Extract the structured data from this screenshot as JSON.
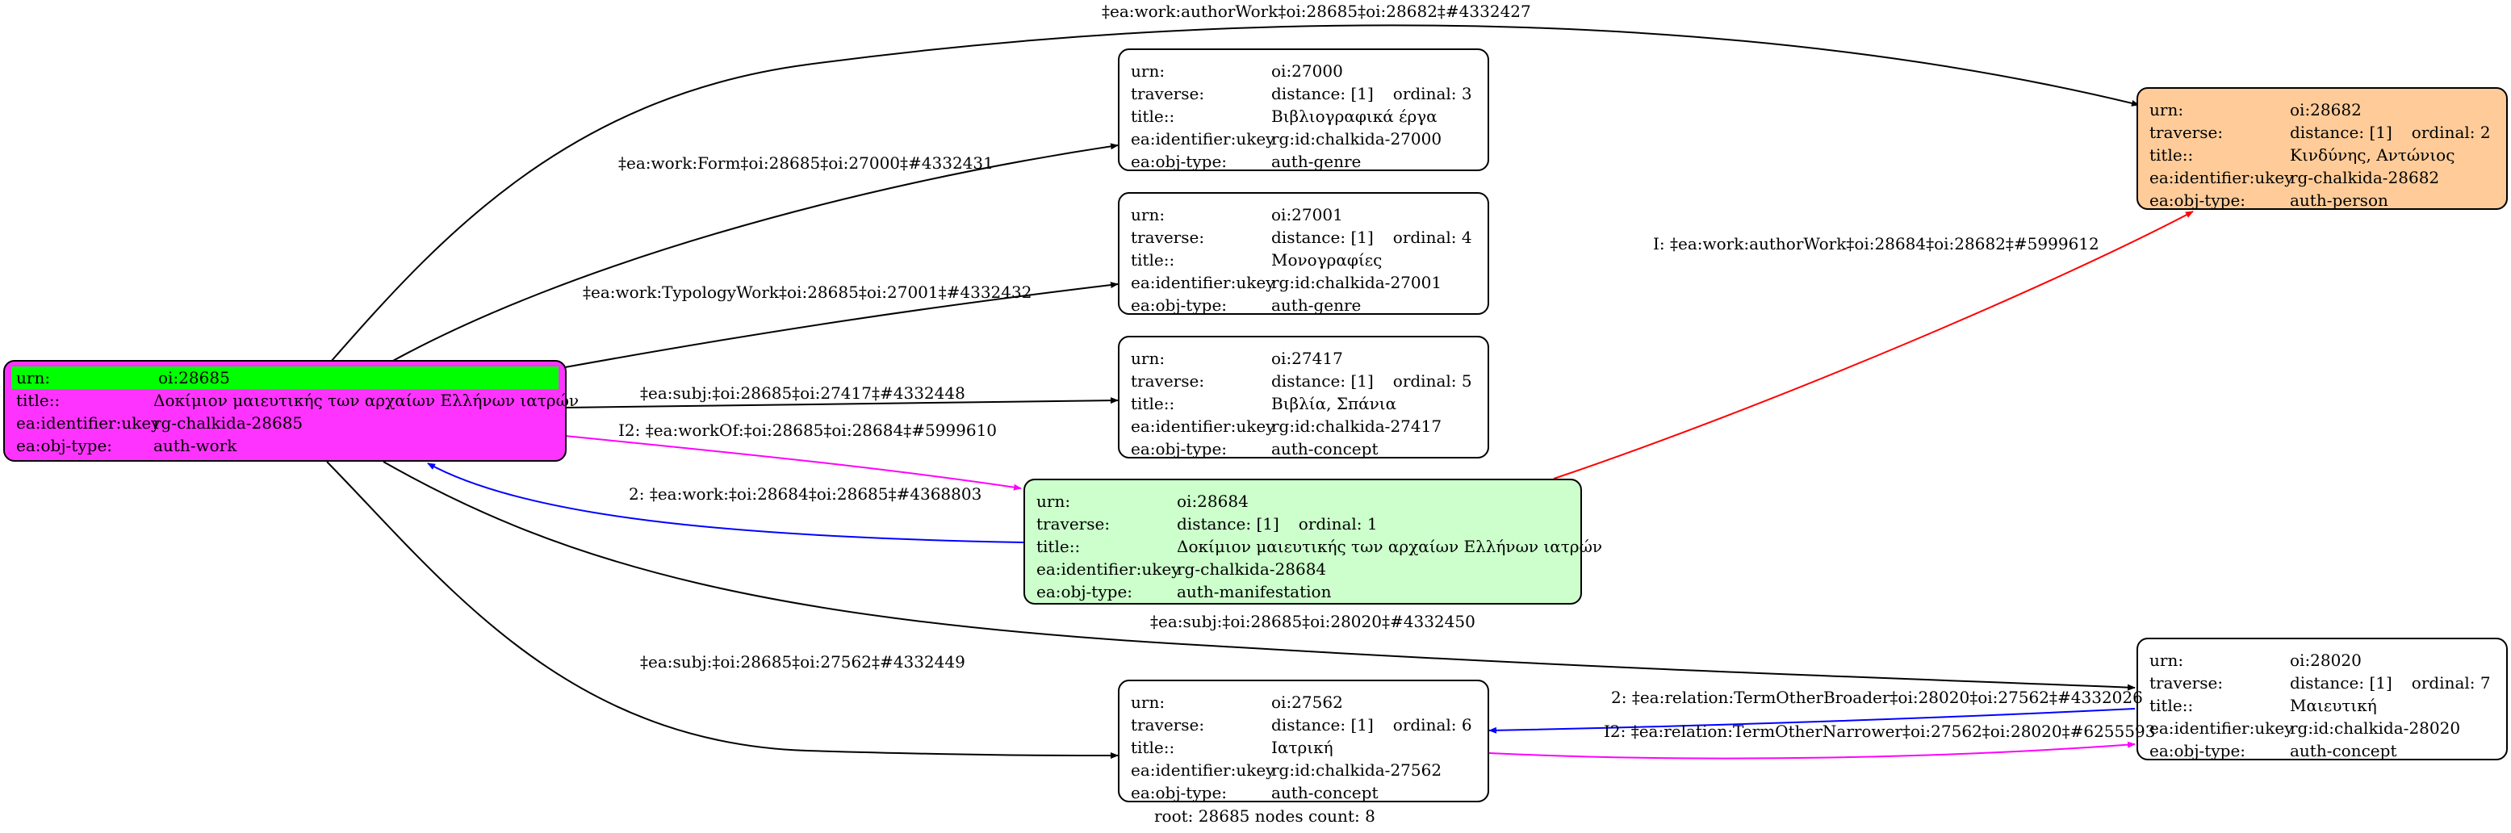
{
  "colors": {
    "root_fill": "#ff33ff",
    "root_urn_highlight": "#00ff00",
    "person_fill": "#ffcc99",
    "manifestation_fill": "#ccffcc",
    "default_fill": "#ffffff",
    "edge_black": "#000000",
    "edge_blue": "#0000ff",
    "edge_magenta": "#ff00ff",
    "edge_red": "#ff0000"
  },
  "nodes": {
    "root": {
      "rows": [
        {
          "key": "urn:",
          "val": "oi:28685"
        },
        {
          "key": "title::",
          "val": "Δοκίμιον μαιευτικής των αρχαίων Ελλήνων ιατρών"
        },
        {
          "key": "ea:identifier:ukey",
          "val": "rg-chalkida-28685"
        },
        {
          "key": "ea:obj-type:",
          "val": "auth-work"
        }
      ]
    },
    "n27000": {
      "rows": [
        {
          "key": "urn:",
          "val": "oi:27000"
        },
        {
          "key": "traverse:",
          "val": "distance: [1]",
          "extra": "ordinal: 3"
        },
        {
          "key": "title::",
          "val": "Βιβλιογραφικά έργα"
        },
        {
          "key": "ea:identifier:ukey",
          "val": "rg:id:chalkida-27000"
        },
        {
          "key": "ea:obj-type:",
          "val": "auth-genre"
        }
      ]
    },
    "n27001": {
      "rows": [
        {
          "key": "urn:",
          "val": "oi:27001"
        },
        {
          "key": "traverse:",
          "val": "distance: [1]",
          "extra": "ordinal: 4"
        },
        {
          "key": "title::",
          "val": "Μονογραφίες"
        },
        {
          "key": "ea:identifier:ukey",
          "val": "rg:id:chalkida-27001"
        },
        {
          "key": "ea:obj-type:",
          "val": "auth-genre"
        }
      ]
    },
    "n27417": {
      "rows": [
        {
          "key": "urn:",
          "val": "oi:27417"
        },
        {
          "key": "traverse:",
          "val": "distance: [1]",
          "extra": "ordinal: 5"
        },
        {
          "key": "title::",
          "val": "Βιβλία, Σπάνια"
        },
        {
          "key": "ea:identifier:ukey",
          "val": "rg:id:chalkida-27417"
        },
        {
          "key": "ea:obj-type:",
          "val": "auth-concept"
        }
      ]
    },
    "n28682": {
      "rows": [
        {
          "key": "urn:",
          "val": "oi:28682"
        },
        {
          "key": "traverse:",
          "val": "distance: [1]",
          "extra": "ordinal: 2"
        },
        {
          "key": "title::",
          "val": "Κινδύνης, Αντώνιος"
        },
        {
          "key": "ea:identifier:ukey",
          "val": "rg-chalkida-28682"
        },
        {
          "key": "ea:obj-type:",
          "val": "auth-person"
        }
      ]
    },
    "n28684": {
      "rows": [
        {
          "key": "urn:",
          "val": "oi:28684"
        },
        {
          "key": "traverse:",
          "val": "distance: [1]",
          "extra": "ordinal: 1"
        },
        {
          "key": "title::",
          "val": "Δοκίμιον μαιευτικής των αρχαίων Ελλήνων ιατρών"
        },
        {
          "key": "ea:identifier:ukey",
          "val": "rg-chalkida-28684"
        },
        {
          "key": "ea:obj-type:",
          "val": "auth-manifestation"
        }
      ]
    },
    "n27562": {
      "rows": [
        {
          "key": "urn:",
          "val": "oi:27562"
        },
        {
          "key": "traverse:",
          "val": "distance: [1]",
          "extra": "ordinal: 6"
        },
        {
          "key": "title::",
          "val": "Ιατρική"
        },
        {
          "key": "ea:identifier:ukey",
          "val": "rg:id:chalkida-27562"
        },
        {
          "key": "ea:obj-type:",
          "val": "auth-concept"
        }
      ]
    },
    "n28020": {
      "rows": [
        {
          "key": "urn:",
          "val": "oi:28020"
        },
        {
          "key": "traverse:",
          "val": "distance: [1]",
          "extra": "ordinal: 7"
        },
        {
          "key": "title::",
          "val": "Μαιευτική"
        },
        {
          "key": "ea:identifier:ukey",
          "val": "rg:id:chalkida-28020"
        },
        {
          "key": "ea:obj-type:",
          "val": "auth-concept"
        }
      ]
    }
  },
  "edges": {
    "e_author_work": "‡ea:work:authorWork‡oi:28685‡oi:28682‡#4332427",
    "e_form": "‡ea:work:Form‡oi:28685‡oi:27000‡#4332431",
    "e_typology": "‡ea:work:TypologyWork‡oi:28685‡oi:27001‡#4332432",
    "e_subj_27417": "‡ea:subj:‡oi:28685‡oi:27417‡#4332448",
    "e_work_of": "I2: ‡ea:workOf:‡oi:28685‡oi:28684‡#5999610",
    "e_work_back": "2: ‡ea:work:‡oi:28684‡oi:28685‡#4368803",
    "e_manif_author": "I: ‡ea:work:authorWork‡oi:28684‡oi:28682‡#5999612",
    "e_subj_28020": "‡ea:subj:‡oi:28685‡oi:28020‡#4332450",
    "e_subj_27562": "‡ea:subj:‡oi:28685‡oi:27562‡#4332449",
    "e_broader": "2: ‡ea:relation:TermOtherBroader‡oi:28020‡oi:27562‡#4332026",
    "e_narrower": "I2: ‡ea:relation:TermOtherNarrower‡oi:27562‡oi:28020‡#6255593"
  },
  "footer": "root: 28685 nodes count: 8"
}
